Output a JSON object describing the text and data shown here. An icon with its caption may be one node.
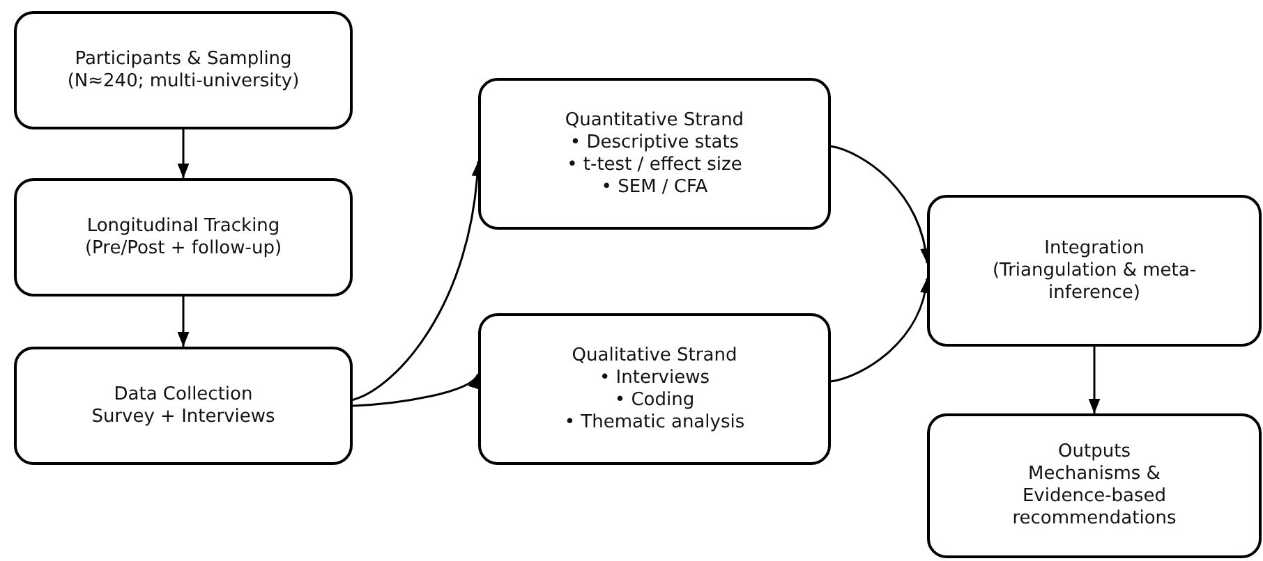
{
  "diagram": {
    "nodes": [
      {
        "text": [
          "Participants & Sampling",
          "(N≈240; multi-university)"
        ]
      },
      {
        "text": [
          "Longitudinal Tracking",
          "(Pre/Post + follow-up)"
        ]
      },
      {
        "text": [
          "Data Collection",
          "Survey + Interviews"
        ]
      },
      {
        "text": [
          "Quantitative Strand",
          "• Descriptive stats",
          "• t-test / effect size",
          "• SEM / CFA"
        ]
      },
      {
        "text": [
          "Qualitative Strand",
          "• Interviews",
          "• Coding",
          "• Thematic analysis"
        ]
      },
      {
        "text": [
          "Integration",
          "(Triangulation & meta-inference)"
        ]
      },
      {
        "text": [
          "Outputs",
          "Mechanisms & Evidence-based recommendations"
        ]
      }
    ],
    "edges": [
      {
        "from": 0,
        "to": 1,
        "arrow": "to"
      },
      {
        "from": 1,
        "to": 2,
        "arrow": "to"
      },
      {
        "from": 2,
        "to": 3,
        "arrow": "to"
      },
      {
        "from": 2,
        "to": 4,
        "arrow": "to"
      },
      {
        "from": 3,
        "to": 5,
        "arrow": "to"
      },
      {
        "from": 4,
        "to": 5,
        "arrow": "to"
      },
      {
        "from": 5,
        "to": 6,
        "arrow": "to"
      }
    ]
  }
}
